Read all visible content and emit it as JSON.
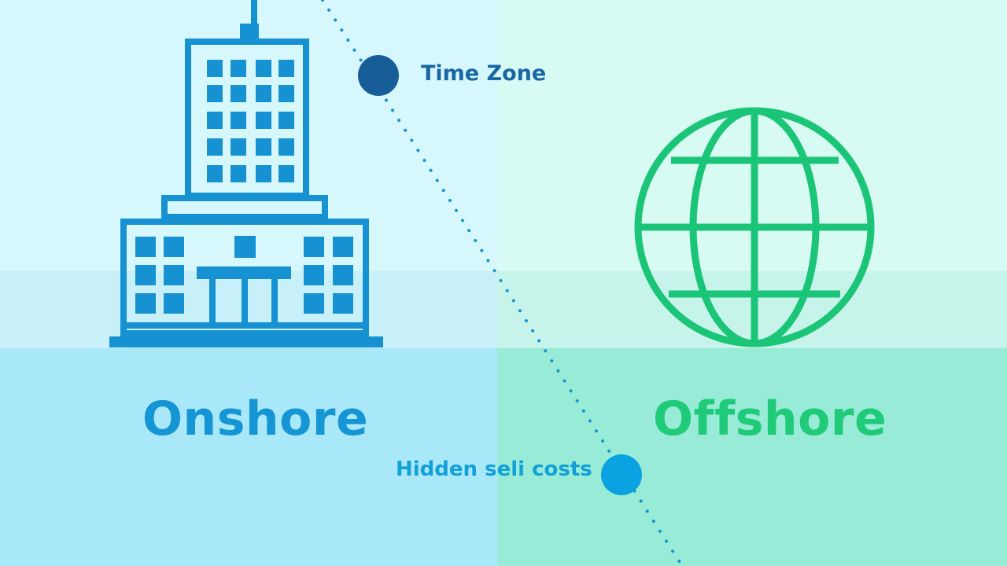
{
  "labels": {
    "onshore": "Onshore",
    "offshore": "Offshore",
    "time_zone": "Time Zone",
    "hidden_costs": "Hidden seli costs"
  },
  "icons": {
    "building": "office-building-icon",
    "globe": "globe-icon"
  },
  "colors": {
    "onshore_blue": "#1695d4",
    "offshore_green": "#1fca79",
    "time_zone_marker": "#175d98",
    "hidden_costs_marker": "#0ba2e1"
  }
}
